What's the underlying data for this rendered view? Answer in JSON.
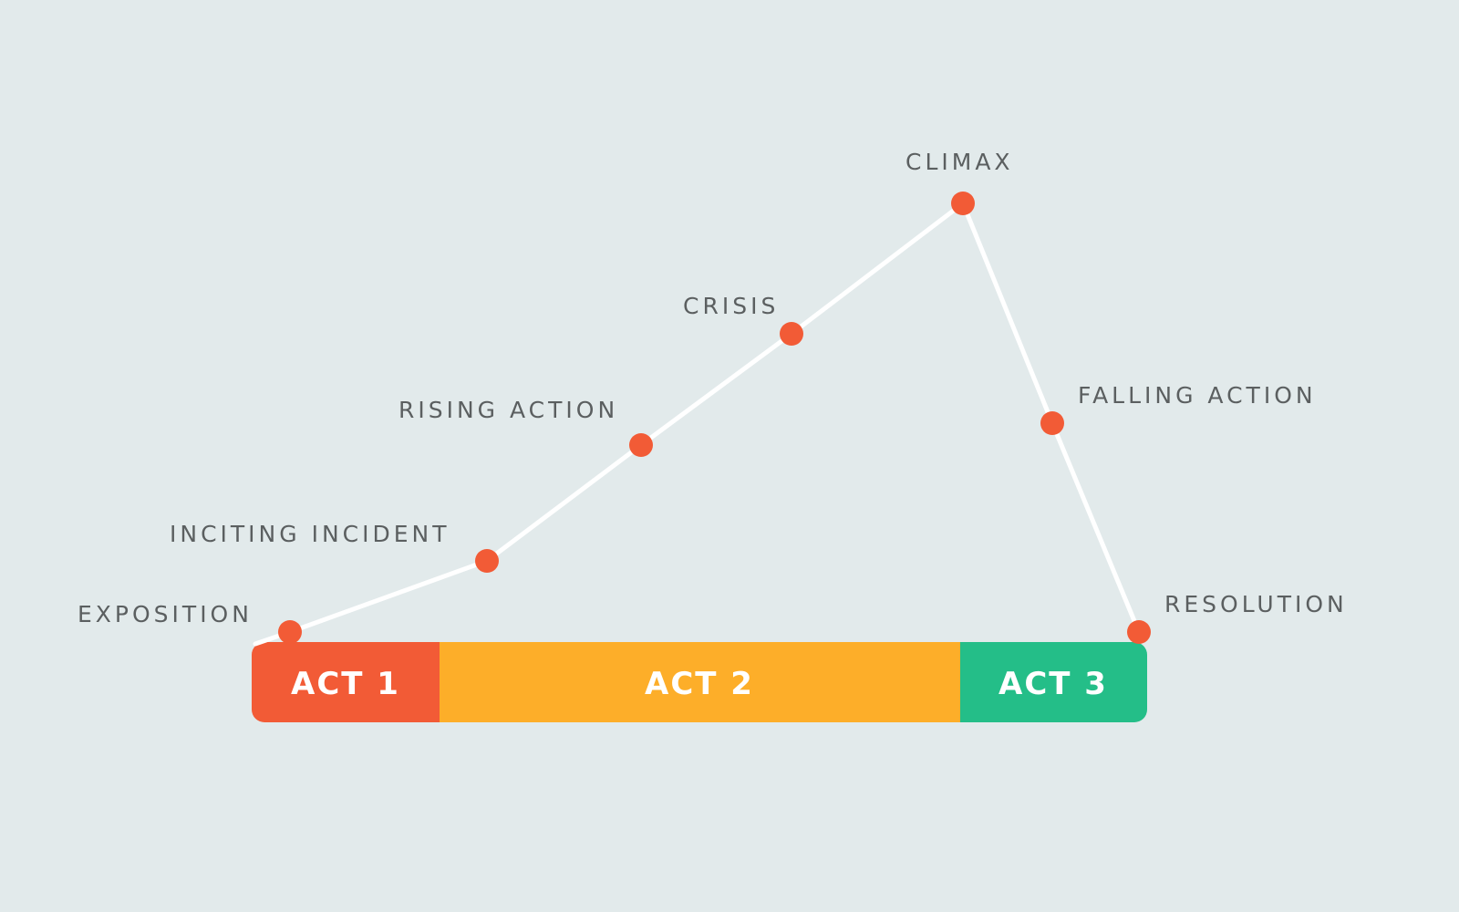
{
  "colors": {
    "background": "#e2eaeb",
    "line": "#ffffff",
    "point": "#f25b36",
    "label": "#5b5f60",
    "act_text": "#ffffff"
  },
  "points": [
    {
      "label": "EXPOSITION"
    },
    {
      "label": "INCITING INCIDENT"
    },
    {
      "label": "RISING ACTION"
    },
    {
      "label": "CRISIS"
    },
    {
      "label": "CLIMAX"
    },
    {
      "label": "FALLING ACTION"
    },
    {
      "label": "RESOLUTION"
    }
  ],
  "acts": [
    {
      "label": "ACT 1",
      "color": "#f25b36"
    },
    {
      "label": "ACT 2",
      "color": "#fdae29"
    },
    {
      "label": "ACT 3",
      "color": "#24be88"
    }
  ]
}
